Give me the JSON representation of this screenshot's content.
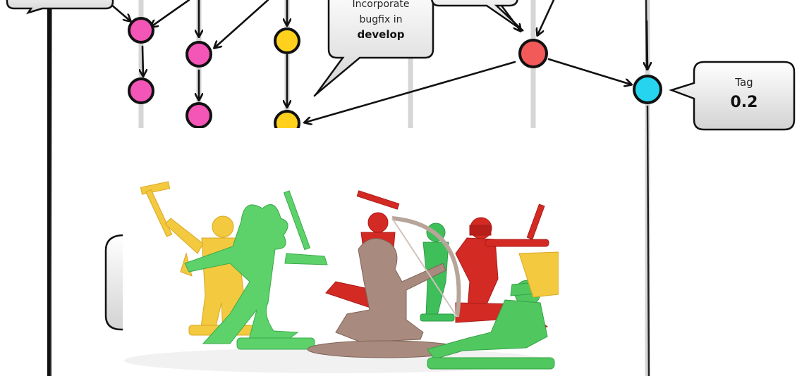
{
  "bubbles": {
    "develop_fix": {
      "line1": "Incorporate",
      "line2": "bugfix in",
      "line3": "develop"
    },
    "tag": {
      "label": "Tag",
      "value": "0.2"
    }
  },
  "colors": {
    "feature_branch": "#f356b6",
    "develop_branch": "#ffd11c",
    "hotfix_branch": "#f25a5a",
    "master_branch": "#26d4f0",
    "lane": "#d6d6d6",
    "ink": "#111111"
  },
  "photo": {
    "subject": "toy-soldier-figures-photo"
  }
}
